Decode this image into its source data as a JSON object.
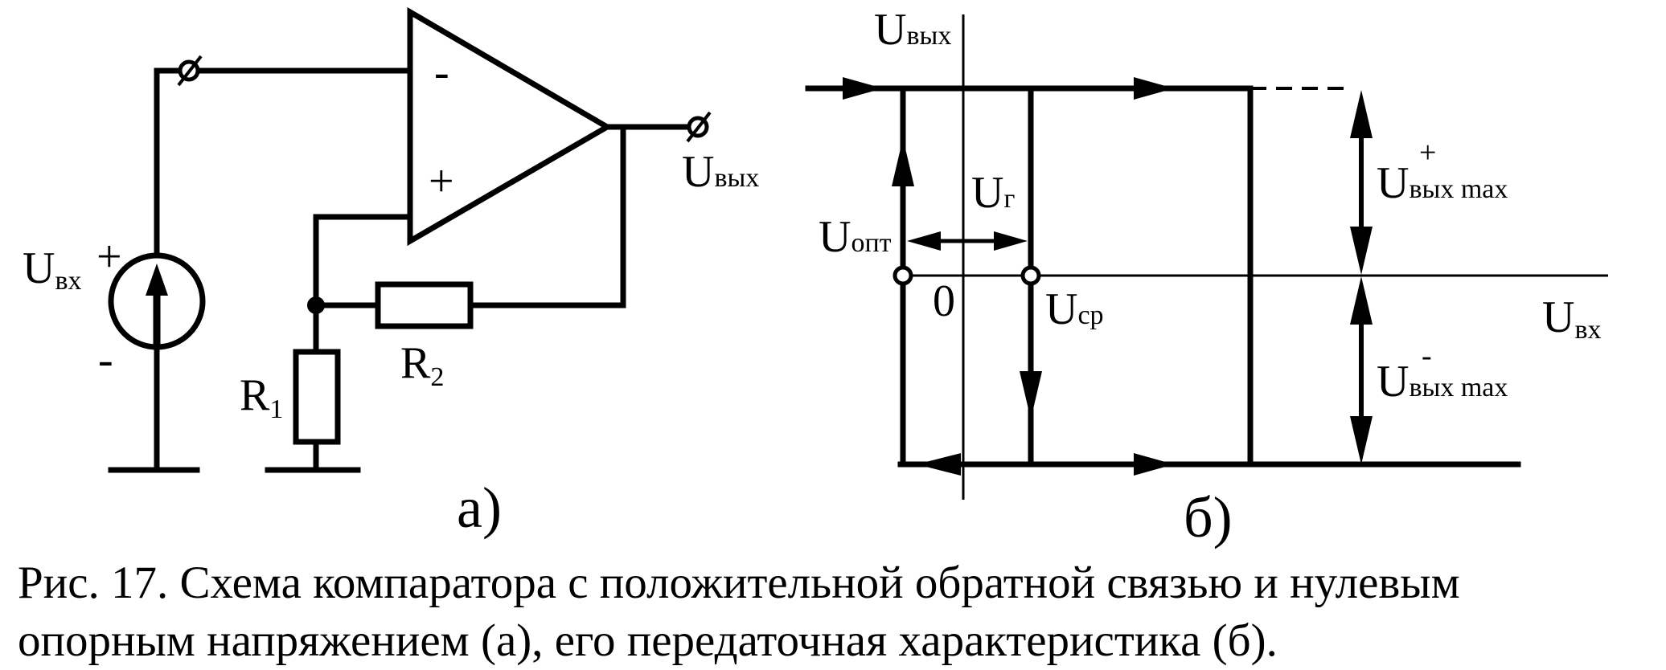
{
  "circuit": {
    "label_u": "U",
    "label_in_sub": "вх",
    "source_plus": "+",
    "source_minus": "-",
    "opamp_minus": "-",
    "opamp_plus": "+",
    "out_sub": "вых",
    "r1_letter": "R",
    "r1_sub": "1",
    "r2_letter": "R",
    "r2_sub": "2",
    "panel_label": "а)"
  },
  "characteristic": {
    "u": "U",
    "y_axis_sub": "вых",
    "x_axis_sub": "вх",
    "origin": "0",
    "u_opt_sub": "опт",
    "u_sr_sub": "ср",
    "u_r_sub": "г",
    "umax_plus_sup": "+",
    "umax_minus_sup": "-",
    "umax_sub": "вых max",
    "panel_label": "б)"
  },
  "caption": {
    "line1": "Рис. 17. Схема компаратора с положительной обратной связью и нулевым",
    "line2": "опорным напряжением (а), его передаточная характеристика (б)."
  }
}
